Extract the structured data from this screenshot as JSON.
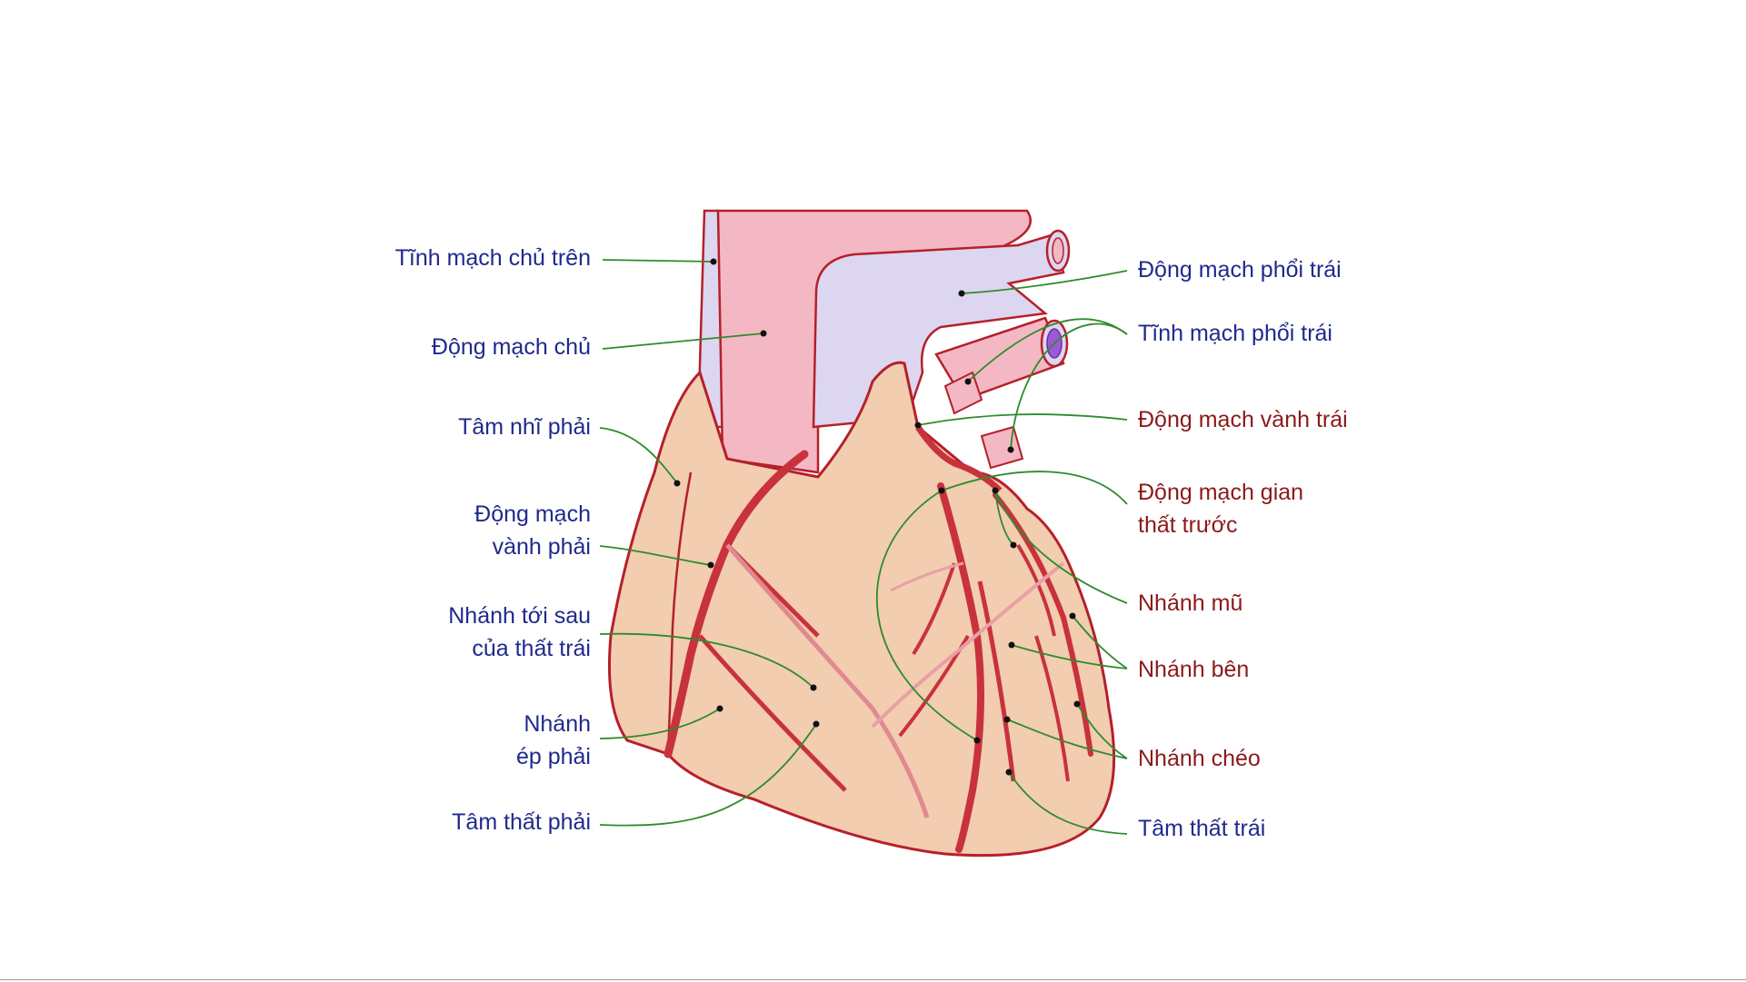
{
  "colors": {
    "background": "#ffffff",
    "label_blue": "#1f2a8c",
    "label_red": "#8b1a1a",
    "leader_green": "#2e8b2e",
    "heart_fill": "#f2cdb0",
    "outline_red": "#b5202a",
    "vein_lavender": "#ddd6f0",
    "aorta_pink": "#f3b8c3"
  },
  "labels_left": [
    {
      "id": "tinh-mach-chu-tren",
      "lines": [
        "Tĩnh mạch chủ trên"
      ]
    },
    {
      "id": "dong-mach-chu",
      "lines": [
        "Động mạch chủ"
      ]
    },
    {
      "id": "tam-nhi-phai",
      "lines": [
        "Tâm nhĩ phải"
      ]
    },
    {
      "id": "dong-mach-vanh-phai",
      "lines": [
        "Động mạch",
        "vành phải"
      ]
    },
    {
      "id": "nhanh-toi-sau",
      "lines": [
        "Nhánh tới sau",
        "của thất trái"
      ]
    },
    {
      "id": "nhanh-ep-phai",
      "lines": [
        "Nhánh",
        "ép phải"
      ]
    },
    {
      "id": "tam-that-phai",
      "lines": [
        "Tâm thất phải"
      ]
    }
  ],
  "labels_right": [
    {
      "id": "dong-mach-phoi-trai",
      "lines": [
        "Động mạch phổi trái"
      ]
    },
    {
      "id": "tinh-mach-phoi-trai",
      "lines": [
        "Tĩnh mạch phổi trái"
      ]
    },
    {
      "id": "dong-mach-vanh-trai",
      "lines": [
        "Động mạch vành trái"
      ]
    },
    {
      "id": "dong-mach-gian-that",
      "lines": [
        "Động mạch gian",
        "thất trước"
      ]
    },
    {
      "id": "nhanh-mu",
      "lines": [
        "Nhánh mũ"
      ]
    },
    {
      "id": "nhanh-ben",
      "lines": [
        "Nhánh bên"
      ]
    },
    {
      "id": "nhanh-cheo",
      "lines": [
        "Nhánh chéo"
      ]
    },
    {
      "id": "tam-that-trai",
      "lines": [
        "Tâm thất trái"
      ]
    }
  ]
}
